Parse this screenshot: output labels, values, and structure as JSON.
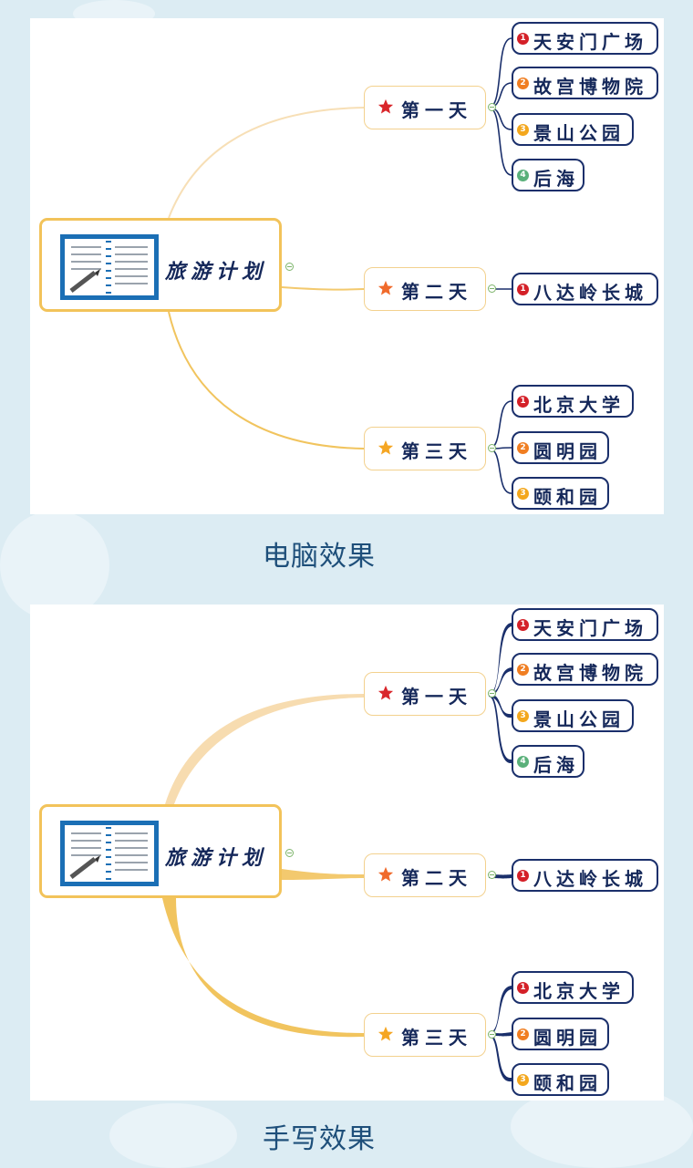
{
  "root_title": "旅游计划",
  "caption_computer": "电脑效果",
  "caption_handwritten": "手写效果",
  "colors": {
    "root_border": "#f2c35a",
    "day_border": "#f3d18e",
    "place_border": "#1a2f6b",
    "text": "#15285a",
    "caption": "#1e4f7a",
    "star_day1": "#d9262b",
    "star_day2": "#f06a2b",
    "star_day3": "#f5a623",
    "num_1": "#d42028",
    "num_2": "#f07e22",
    "num_3": "#f3a71d",
    "num_4": "#5ab07a"
  },
  "days": [
    {
      "label": "第一天",
      "places": [
        "天安门广场",
        "故宫博物院",
        "景山公园",
        "后海"
      ]
    },
    {
      "label": "第二天",
      "places": [
        "八达岭长城"
      ]
    },
    {
      "label": "第三天",
      "places": [
        "北京大学",
        "圆明园",
        "颐和园"
      ]
    }
  ],
  "numbers": [
    "1",
    "2",
    "3",
    "4"
  ]
}
